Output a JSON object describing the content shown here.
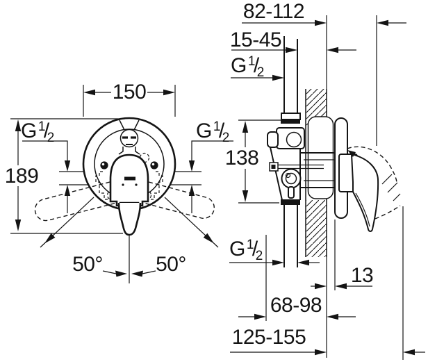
{
  "drawing": {
    "kind": "technical-dimension-drawing",
    "colors": {
      "background": "#ffffff",
      "ink": "#141414"
    }
  },
  "labels": {
    "depth_wall_to_lever": "82-112",
    "pipe_setback": "15-45",
    "rosette_width": "150",
    "overall_height": "189",
    "port_distance": "138",
    "swivel_left": "50°",
    "swivel_right": "50°",
    "rosette_gap": "13",
    "body_embed_depth": "68-98",
    "overall_depth": "125-155"
  },
  "thread": {
    "base": "G",
    "num": "1",
    "slash": "/",
    "den": "2"
  }
}
